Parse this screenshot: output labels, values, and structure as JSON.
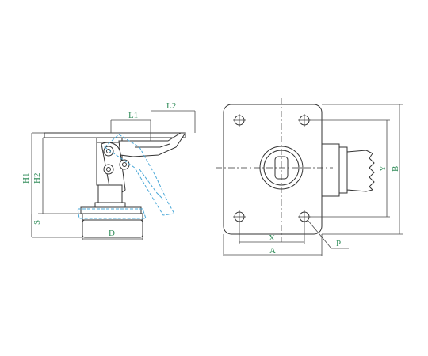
{
  "colors": {
    "line": "#333333",
    "dim": "#4a4a4a",
    "label": "#2e8b57",
    "ghost": "#4aa8d8"
  },
  "side_view": {
    "labels": {
      "l1": "L1",
      "l2": "L2",
      "h1": "H1",
      "h2": "H2",
      "s": "S",
      "d": "D"
    }
  },
  "top_view": {
    "labels": {
      "x": "X",
      "a": "A",
      "y": "Y",
      "b": "B",
      "p": "P"
    }
  }
}
